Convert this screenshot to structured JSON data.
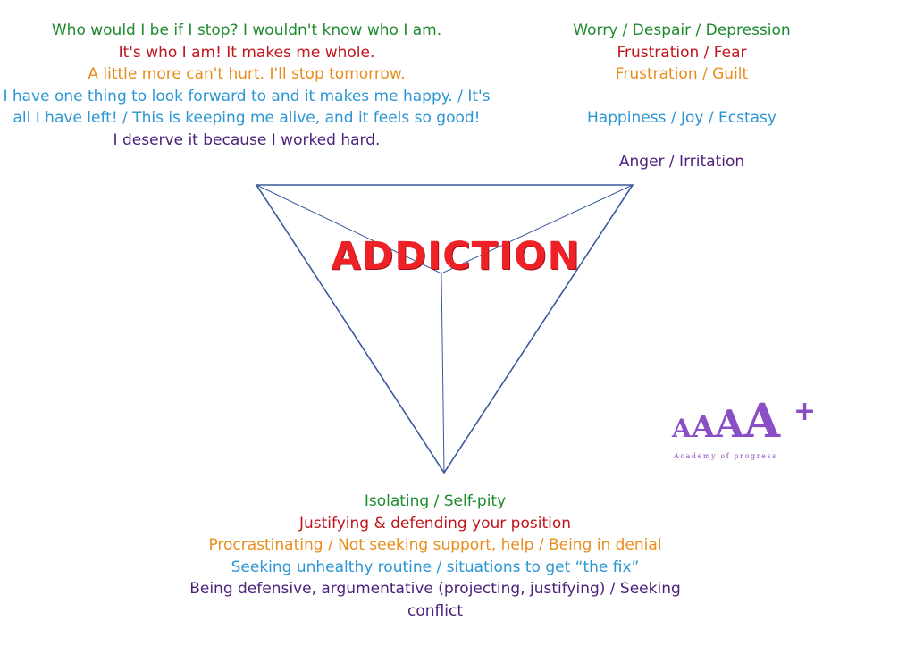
{
  "title": "ADDICTION",
  "top_left": {
    "lines": [
      {
        "text": "Who would I be if I stop? I wouldn't know who I am.",
        "color": "#1e8a2e"
      },
      {
        "text": "It's who I am! It makes me whole.",
        "color": "#c0141c"
      },
      {
        "text": "A little more can't hurt. I'll stop tomorrow.",
        "color": "#e88d1c"
      },
      {
        "text": "I have one thing to look forward to and it makes me happy. / It's all I have left! / This is keeping me alive, and it feels so good!",
        "color": "#2b96d4"
      },
      {
        "text": "I deserve it because I worked hard.",
        "color": "#4b1f7a"
      }
    ]
  },
  "top_right": {
    "lines": [
      {
        "text": "Worry / Despair / Depression",
        "color": "#1e8a2e"
      },
      {
        "text": "Frustration / Fear",
        "color": "#c0141c"
      },
      {
        "text": "Frustration / Guilt",
        "color": "#e88d1c"
      },
      {
        "text": "Happiness / Joy / Ecstasy",
        "color": "#2b96d4"
      },
      {
        "text": "Anger / Irritation",
        "color": "#4b1f7a"
      }
    ]
  },
  "bottom": {
    "lines": [
      {
        "text": "Isolating / Self-pity",
        "color": "#1e8a2e"
      },
      {
        "text": "Justifying & defending your position",
        "color": "#c0141c"
      },
      {
        "text": "Procrastinating / Not seeking support, help / Being in denial",
        "color": "#e88d1c"
      },
      {
        "text": "Seeking unhealthy routine / situations to get “the fix”",
        "color": "#2b96d4"
      },
      {
        "text": "Being defensive, argumentative (projecting, justifying) / Seeking conflict",
        "color": "#4b1f7a"
      }
    ]
  },
  "logo": {
    "letters": "AAAA",
    "plus": "+",
    "tagline": "Academy of progress",
    "color": "#8a4fc4"
  },
  "colors": {
    "triangle": "#3a5a9c",
    "title": "#ee2226"
  }
}
